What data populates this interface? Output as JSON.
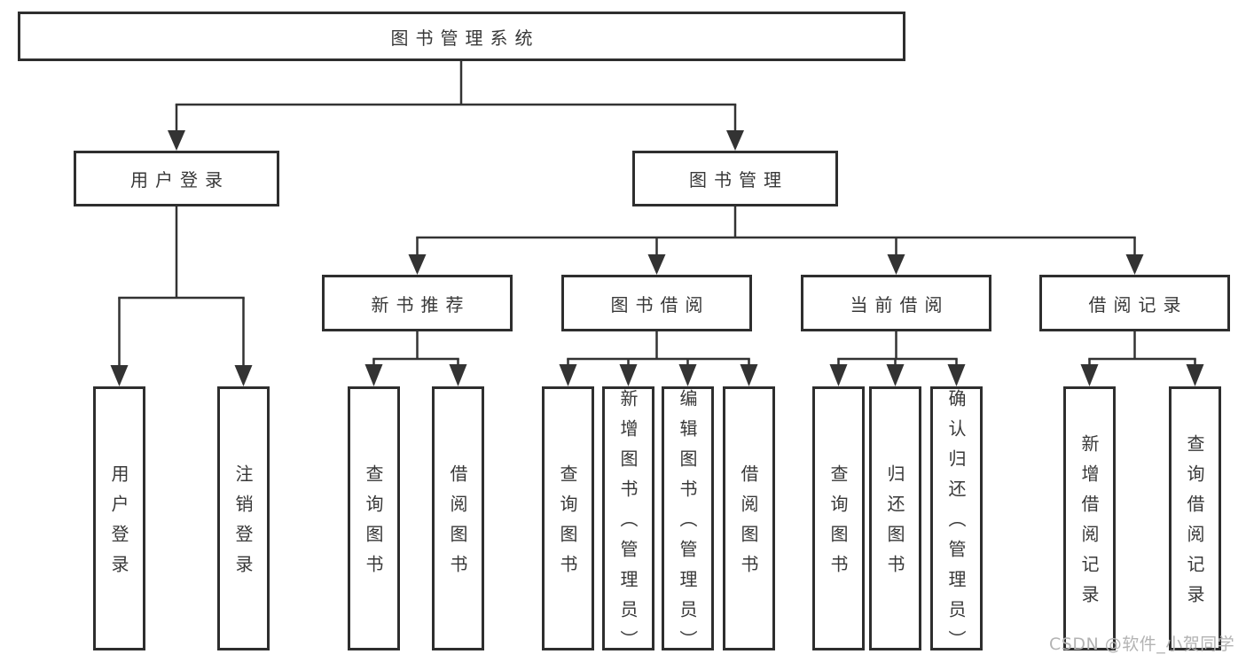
{
  "diagram": {
    "title": "图书管理系统",
    "root": {
      "label": "图书管理系统"
    },
    "branches": [
      {
        "label": "用户登录"
      },
      {
        "label": "图书管理"
      }
    ],
    "modules": [
      {
        "label": "新书推荐",
        "parent": "图书管理"
      },
      {
        "label": "图书借阅",
        "parent": "图书管理"
      },
      {
        "label": "当前借阅",
        "parent": "图书管理"
      },
      {
        "label": "借阅记录",
        "parent": "图书管理"
      }
    ],
    "leaves": [
      {
        "label": "用户登录",
        "parent": "用户登录"
      },
      {
        "label": "注销登录",
        "parent": "用户登录"
      },
      {
        "label": "查询图书",
        "parent": "新书推荐"
      },
      {
        "label": "借阅图书",
        "parent": "新书推荐"
      },
      {
        "label": "查询图书",
        "parent": "图书借阅"
      },
      {
        "label": "新增图书（管理员）",
        "parent": "图书借阅"
      },
      {
        "label": "编辑图书（管理员）",
        "parent": "图书借阅"
      },
      {
        "label": "借阅图书",
        "parent": "图书借阅"
      },
      {
        "label": "查询图书",
        "parent": "当前借阅"
      },
      {
        "label": "归还图书",
        "parent": "当前借阅"
      },
      {
        "label": "确认归还（管理员）",
        "parent": "当前借阅"
      },
      {
        "label": "新增借阅记录",
        "parent": "借阅记录"
      },
      {
        "label": "查询借阅记录",
        "parent": "借阅记录"
      }
    ]
  },
  "watermark": {
    "text": "CSDN @软件_小贺同学",
    "color": "#b3b3b3"
  },
  "colors": {
    "line": "#333333",
    "box_border": "#2e2e2e",
    "text": "#383838",
    "background": "#ffffff"
  }
}
